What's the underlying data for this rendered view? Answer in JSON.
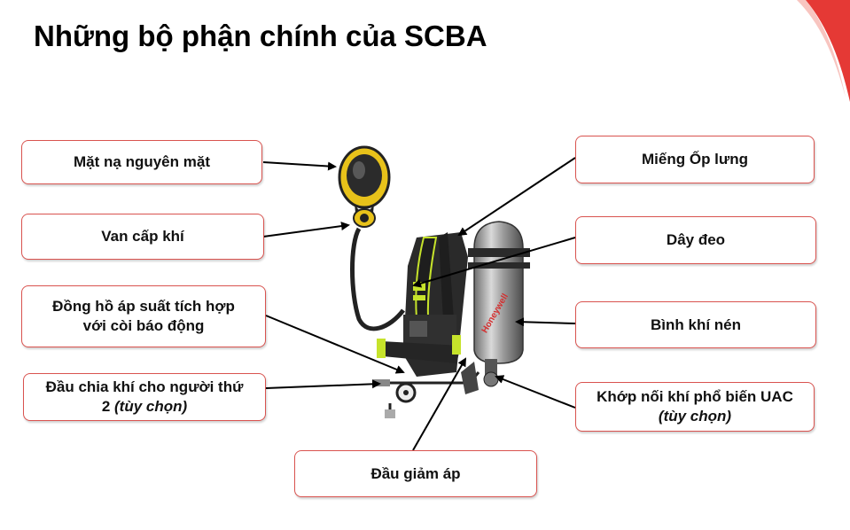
{
  "slide": {
    "title": "Những bộ phận chính của SCBA"
  },
  "labels": {
    "mask": "Mặt nạ nguyên mặt",
    "supply_valve": "Van cấp khí",
    "gauge_line1": "Đồng hồ áp suất  tích hợp",
    "gauge_line2": "với còi báo động",
    "second_user_line1": "Đầu chia khí cho người thứ",
    "second_user_line2_prefix": "2 ",
    "second_user_optional": "(tùy chọn)",
    "back_plate": "Miếng Ốp lưng",
    "harness": "Dây đeo",
    "cylinder": "Bình khí nén",
    "uac_line1": "Khớp nối khí phổ biến UAC",
    "uac_optional": "(tùy chọn)",
    "reducer": "Đầu giảm áp"
  },
  "cylinder_brand": "Honeywell",
  "colors": {
    "accent": "#e53935",
    "box_border": "#d9534f",
    "harness_green": "#c6e32b"
  }
}
